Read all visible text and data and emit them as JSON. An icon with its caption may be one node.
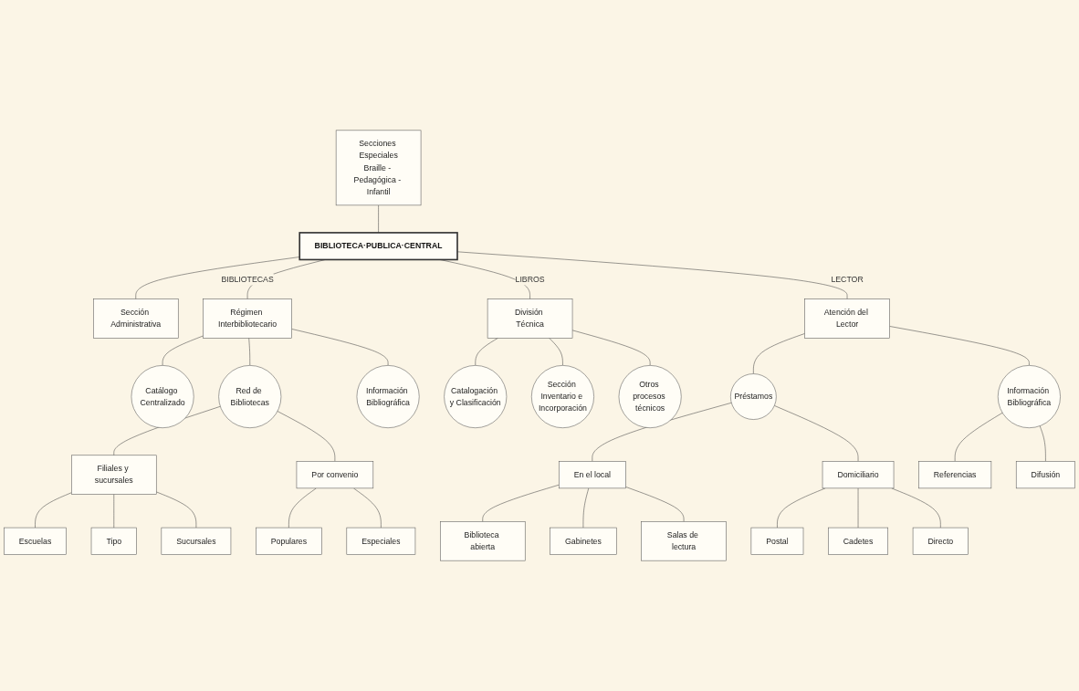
{
  "diagram": {
    "nodes": [
      {
        "text": [
          "BIBLIOTECA·PUBLICA·CENTRAL"
        ]
      },
      {
        "text": [
          "Secciones Especiales",
          "Braille - Pedagógica - Infantil"
        ]
      },
      {
        "text": [
          "Sección Administrativa"
        ]
      },
      {
        "text": [
          "Régimen Interbibliotecario"
        ]
      },
      {
        "text": [
          "División Técnica"
        ]
      },
      {
        "text": [
          "Atención del Lector"
        ]
      },
      {
        "text": [
          "Catálogo Centralizado"
        ]
      },
      {
        "text": [
          "Red de Bibliotecas"
        ]
      },
      {
        "text": [
          "Información Bibliográfica"
        ]
      },
      {
        "text": [
          "Catalogación y Clasificación"
        ]
      },
      {
        "text": [
          "Sección Inventario e Incorporación"
        ]
      },
      {
        "text": [
          "Otros procesos técnicos"
        ]
      },
      {
        "text": [
          "Préstamos"
        ]
      },
      {
        "text": [
          "Información Bibliográfica"
        ]
      },
      {
        "text": [
          "Filiales y sucursales"
        ]
      },
      {
        "text": [
          "Por convenio"
        ]
      },
      {
        "text": [
          "Escuelas"
        ]
      },
      {
        "text": [
          "Tipo"
        ]
      },
      {
        "text": [
          "Sucursales"
        ]
      },
      {
        "text": [
          "Populares"
        ]
      },
      {
        "text": [
          "Especiales"
        ]
      },
      {
        "text": [
          "En el local"
        ]
      },
      {
        "text": [
          "Domiciliario"
        ]
      },
      {
        "text": [
          "Biblioteca abierta"
        ]
      },
      {
        "text": [
          "Gabinetes"
        ]
      },
      {
        "text": [
          "Salas de lectura"
        ]
      },
      {
        "text": [
          "Postal"
        ]
      },
      {
        "text": [
          "Cadetes"
        ]
      },
      {
        "text": [
          "Directo"
        ]
      },
      {
        "text": [
          "Referencias"
        ]
      },
      {
        "text": [
          "Difusión"
        ]
      }
    ],
    "edges": [
      {
        "from": 1,
        "to": 0,
        "arrow": "none"
      },
      {
        "from": 0,
        "to": 2,
        "arrow": "none"
      },
      {
        "from": 0,
        "to": 3,
        "arrow": "none",
        "label": "BIBLIOTECAS"
      },
      {
        "from": 0,
        "to": 4,
        "arrow": "none",
        "label": "LIBROS"
      },
      {
        "from": 0,
        "to": 5,
        "arrow": "none",
        "label": "LECTOR"
      },
      {
        "from": 3,
        "to": 6,
        "arrow": "none"
      },
      {
        "from": 3,
        "to": 7,
        "arrow": "none"
      },
      {
        "from": 3,
        "to": 8,
        "arrow": "none"
      },
      {
        "from": 4,
        "to": 9,
        "arrow": "none"
      },
      {
        "from": 4,
        "to": 10,
        "arrow": "none"
      },
      {
        "from": 4,
        "to": 11,
        "arrow": "none"
      },
      {
        "from": 5,
        "to": 12,
        "arrow": "none"
      },
      {
        "from": 5,
        "to": 13,
        "arrow": "none"
      },
      {
        "from": 7,
        "to": 14,
        "arrow": "none"
      },
      {
        "from": 7,
        "to": 15,
        "arrow": "none"
      },
      {
        "from": 14,
        "to": 16,
        "arrow": "none"
      },
      {
        "from": 14,
        "to": 17,
        "arrow": "none"
      },
      {
        "from": 14,
        "to": 18,
        "arrow": "none"
      },
      {
        "from": 15,
        "to": 19,
        "arrow": "none"
      },
      {
        "from": 15,
        "to": 20,
        "arrow": "none"
      },
      {
        "from": 12,
        "to": 21,
        "arrow": "none"
      },
      {
        "from": 12,
        "to": 22,
        "arrow": "none"
      },
      {
        "from": 21,
        "to": 23,
        "arrow": "none"
      },
      {
        "from": 21,
        "to": 24,
        "arrow": "none"
      },
      {
        "from": 21,
        "to": 25,
        "arrow": "none"
      },
      {
        "from": 22,
        "to": 26,
        "arrow": "none"
      },
      {
        "from": 22,
        "to": 27,
        "arrow": "none"
      },
      {
        "from": 22,
        "to": 28,
        "arrow": "none"
      },
      {
        "from": 13,
        "to": 29,
        "arrow": "none"
      },
      {
        "from": 13,
        "to": 30,
        "arrow": "none"
      }
    ]
  }
}
